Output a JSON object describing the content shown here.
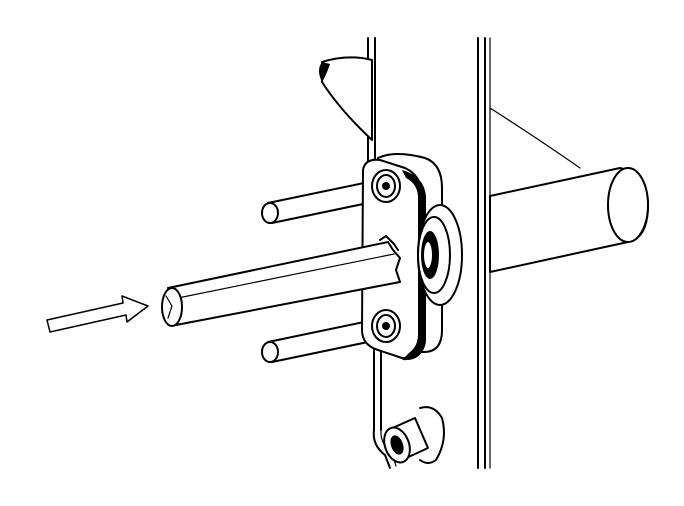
{
  "figure": {
    "description_visible_text": "",
    "stroke_color": "#000000",
    "background_color": "#ffffff",
    "arrow_icon": "outline-arrow-right",
    "components": [
      "door-panel",
      "lever-handle",
      "rose-plate",
      "spindle",
      "mounting-bolts",
      "latch-cylinder"
    ]
  }
}
